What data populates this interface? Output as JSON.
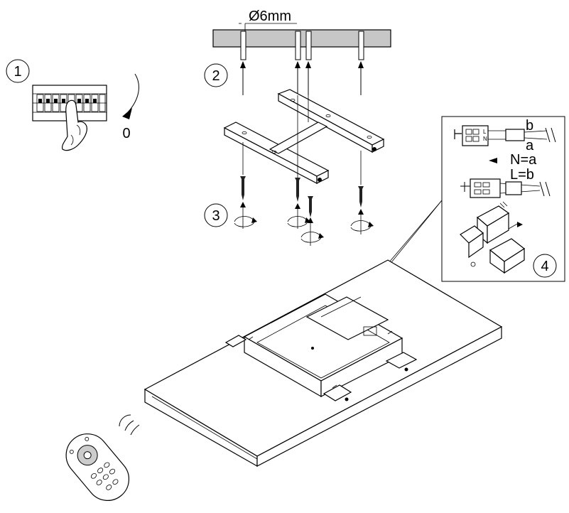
{
  "steps": {
    "step1": "1",
    "step2": "2",
    "step3": "3",
    "step4": "4"
  },
  "breaker_off_label": "0",
  "drill_label": "Ø6mm",
  "wiring": {
    "wire_b": "b",
    "wire_a": "a",
    "neutral_eq": "N=a",
    "live_eq": "L=b",
    "terminal_l": "L",
    "terminal_n": "N"
  }
}
